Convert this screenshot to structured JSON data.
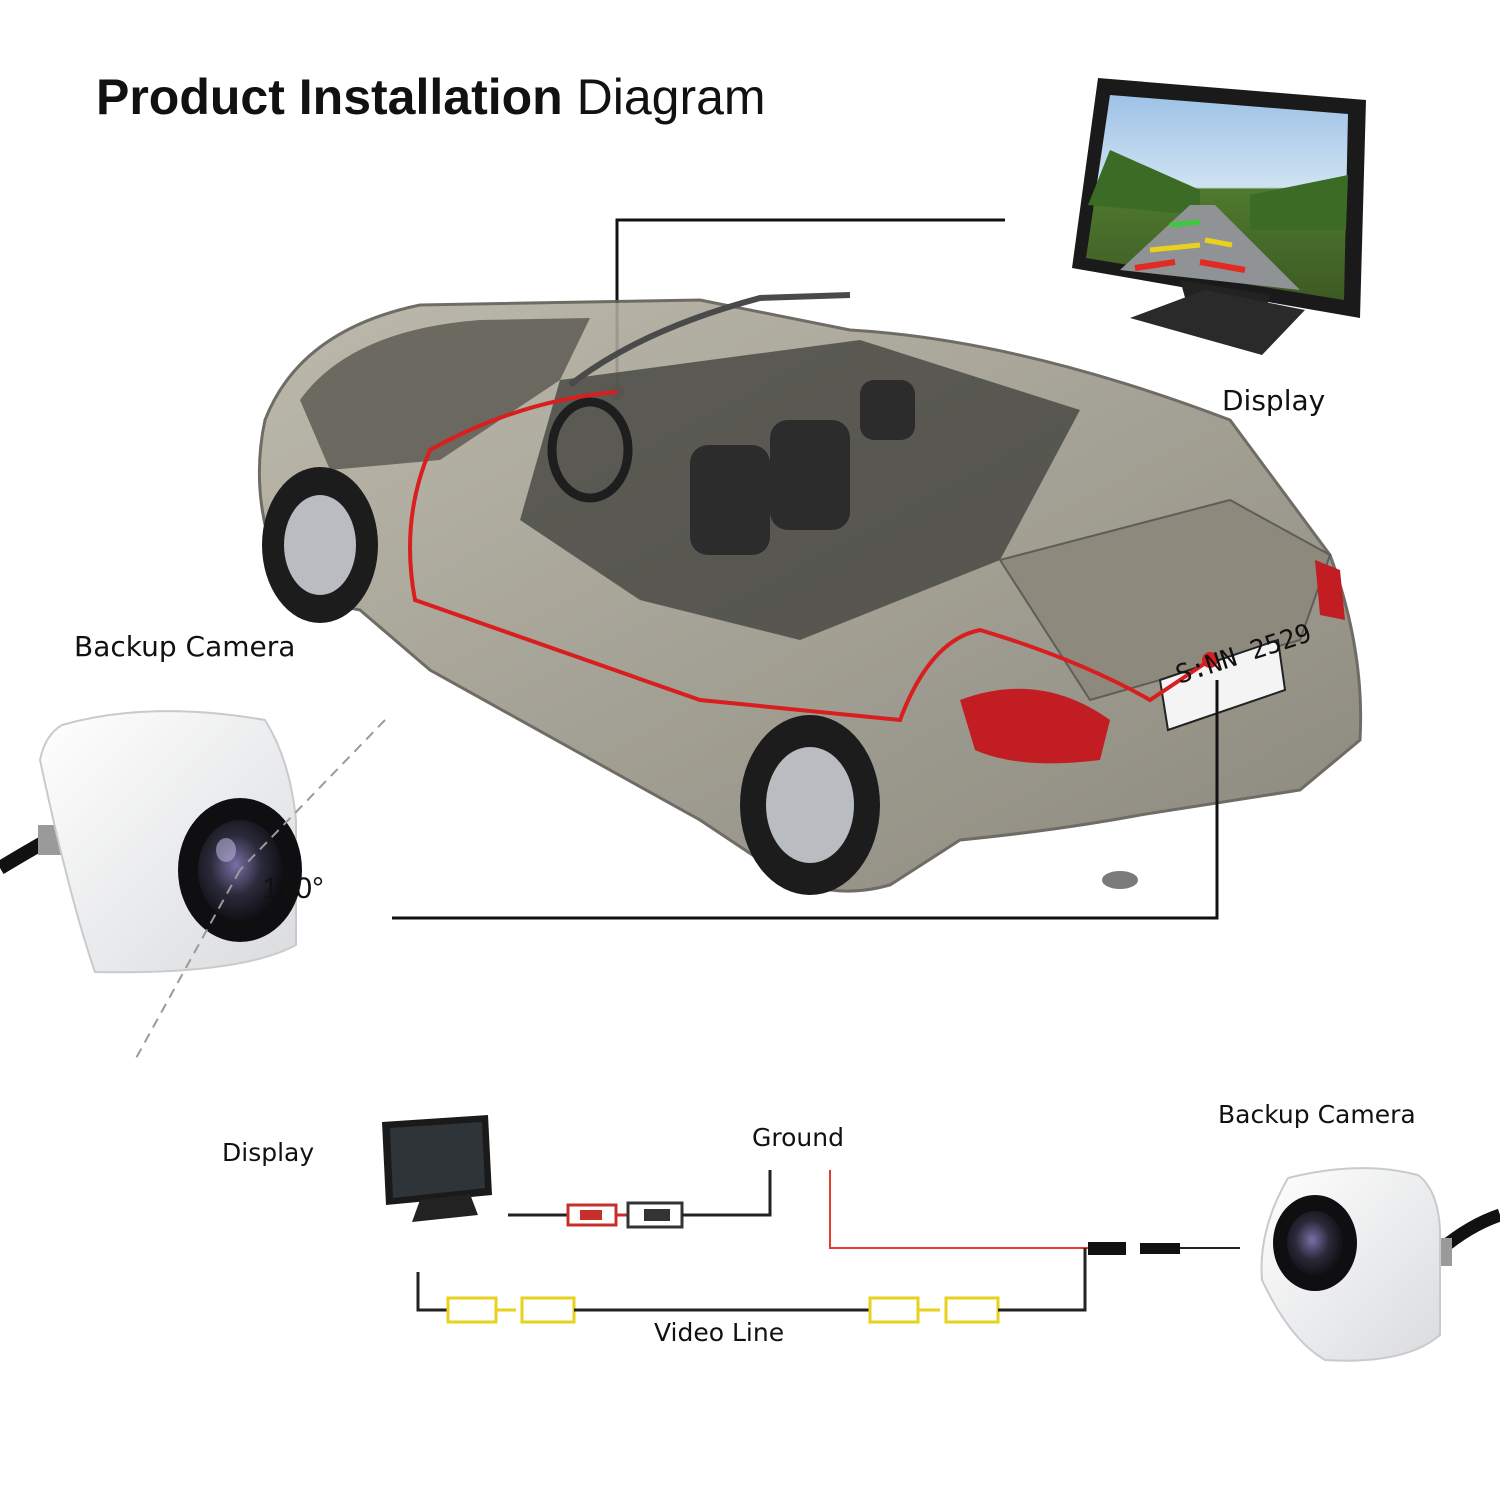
{
  "title": {
    "bold_part": "Product Installation",
    "regular_part": "Diagram"
  },
  "top": {
    "display_label": "Display",
    "camera_label": "Backup Camera",
    "angle_label": "170°",
    "license_plate": "S:NN 2529"
  },
  "wiring": {
    "display_label": "Display",
    "ground_label": "Ground",
    "camera_label": "Backup Camera",
    "video_label": "Video Line"
  },
  "colors": {
    "text": "#111111",
    "power_wire": "#e63b2e",
    "video_connector": "#e8d21c",
    "ground_connector": "#333333",
    "car_body": "#9d9a8c",
    "route_wire": "#d81e1e"
  }
}
